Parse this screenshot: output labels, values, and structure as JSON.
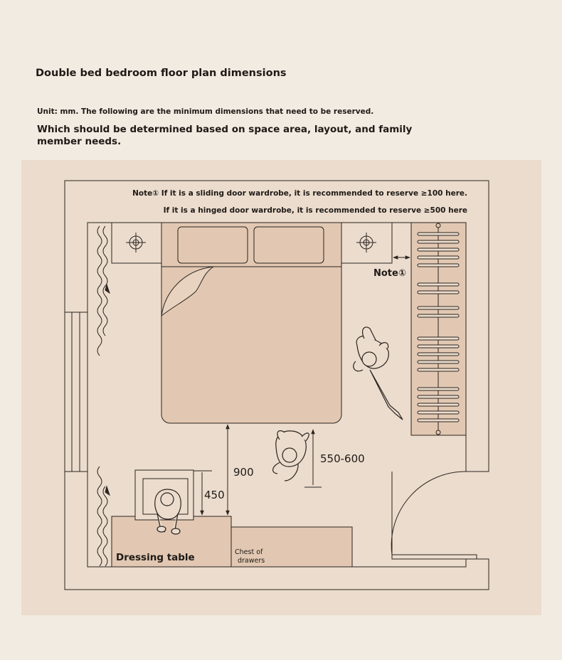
{
  "header": {
    "title": "Double bed bedroom floor plan dimensions",
    "unit_note": "Unit: mm. The following are the minimum dimensions that need to be reserved.",
    "determination_note": "Which should be determined based on space area, layout, and family member needs."
  },
  "plan": {
    "note_sliding": "Note① If it is a sliding door wardrobe, it is recommended to reserve ≥100 here.",
    "note_hinged": "If it is a hinged door wardrobe, it is recommended to reserve ≥500 here",
    "note_marker": "Note①",
    "dim_bed_clearance": "900",
    "dim_walkway": "550-600",
    "dim_chair": "450",
    "label_dressing_table": "Dressing table",
    "label_chest_line1": "Chest of",
    "label_chest_line2": "drawers"
  },
  "colors": {
    "background": "#f2ebe1",
    "panel": "#ebdccd",
    "furniture": "#e2c8b2",
    "line": "#2b2420"
  }
}
